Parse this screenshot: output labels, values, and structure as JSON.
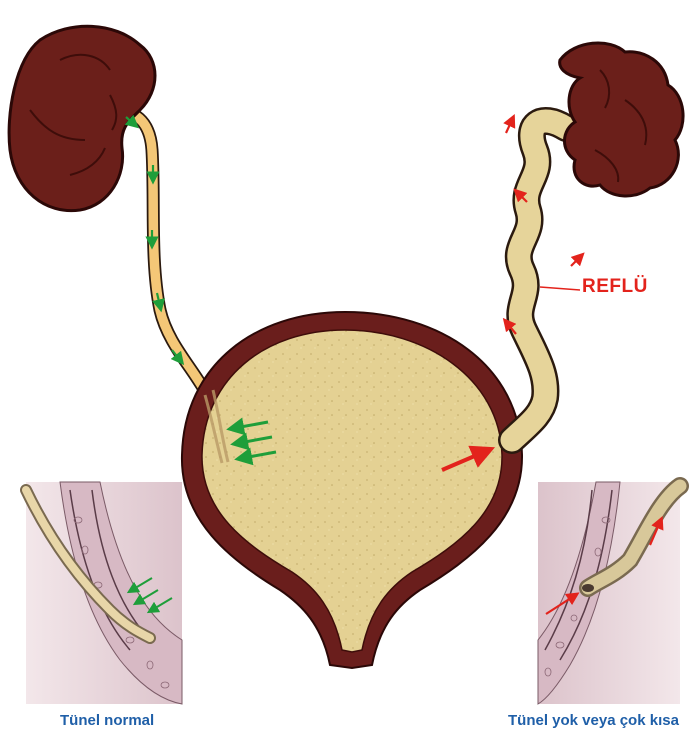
{
  "labels": {
    "reflux": "REFLÜ",
    "caption_left": "Tünel normal",
    "caption_right": "Tünel yok veya çok kısa"
  },
  "colors": {
    "kidney": "#6b1f1a",
    "kidney_dark": "#3e0d0a",
    "ureter_normal": "#f4c777",
    "ureter_dilated": "#e6d49a",
    "bladder_wall": "#6a1e1c",
    "bladder_fill": "#e4d193",
    "arrow_green": "#1e9e3a",
    "arrow_red": "#e3231c",
    "caption_blue": "#1f5fa8",
    "reflux_red": "#e3231c",
    "inset_tissue": "#d7b9c4"
  },
  "icons": {
    "normal_flow_arrow": "green-arrow",
    "reflux_arrow": "red-arrow"
  }
}
